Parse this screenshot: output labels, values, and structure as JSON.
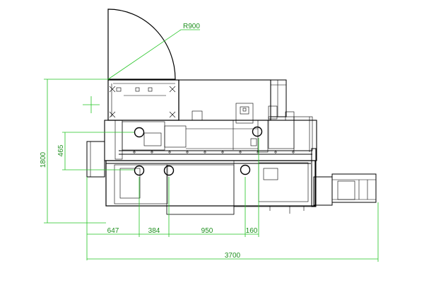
{
  "colors": {
    "background": "#ffffff",
    "linework": "#000000",
    "dimension": "#23c423",
    "dimension_text": "#1e8f1e"
  },
  "dimensions": {
    "radius": "R900",
    "height_overall": "1800",
    "height_inner": "465",
    "seg_1": "647",
    "seg_2": "384",
    "seg_3": "950",
    "seg_4": "160",
    "length_overall": "3700"
  }
}
